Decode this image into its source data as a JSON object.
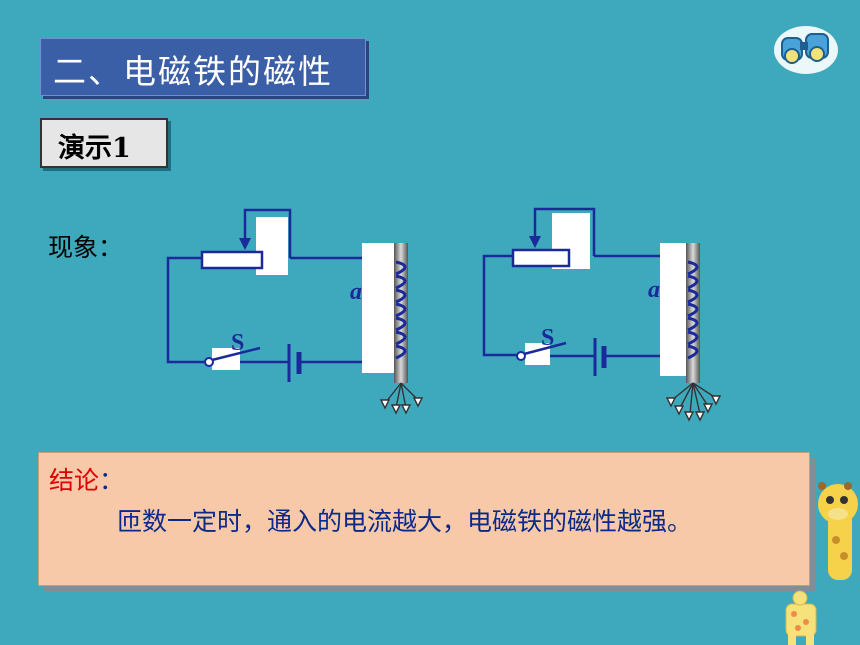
{
  "title": "二、电磁铁的磁性",
  "demo_label": "演示1",
  "phenomenon_label": "现象：",
  "circuit_left": {
    "switch_label": "S",
    "coil_label": "a"
  },
  "circuit_right": {
    "switch_label": "S",
    "coil_label": "a"
  },
  "conclusion": {
    "label": "结论",
    "colon": "：",
    "text": "匝数一定时，通入的电流越大，电磁铁的磁性越强。"
  },
  "colors": {
    "background": "#3ea9bd",
    "title_bg": "#3b5fa6",
    "conclusion_bg": "#f7c9a8",
    "wire": "#1a2a9a",
    "label_red": "#e00000"
  },
  "icons": [
    "binoculars-icon",
    "giraffe-icon",
    "toy-figure-icon"
  ]
}
